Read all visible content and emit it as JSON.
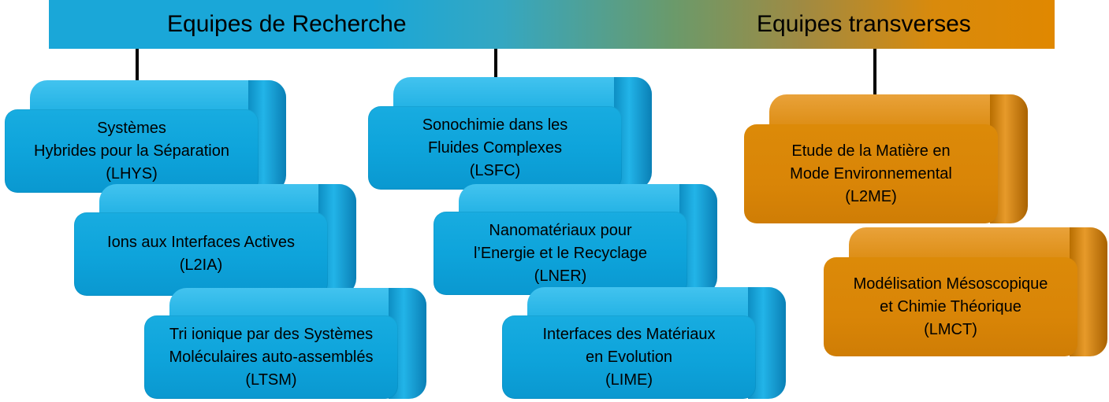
{
  "banner": {
    "left_label": "Equipes de Recherche",
    "right_label": "Equipes transverses"
  },
  "teams": [
    {
      "id": "lhys",
      "lines": [
        "Systèmes",
        "Hybrides pour la Séparation",
        "(LHYS)"
      ]
    },
    {
      "id": "l2ia",
      "lines": [
        "Ions aux Interfaces Actives",
        "(L2IA)"
      ]
    },
    {
      "id": "ltsm",
      "lines": [
        "Tri ionique par des Systèmes",
        "Moléculaires auto-assemblés",
        "(LTSM)"
      ]
    },
    {
      "id": "lsfc",
      "lines": [
        "Sonochimie dans les",
        "Fluides Complexes",
        "(LSFC)"
      ]
    },
    {
      "id": "lner",
      "lines": [
        "Nanomatériaux pour",
        "l’Energie et le Recyclage",
        "(LNER)"
      ]
    },
    {
      "id": "lime",
      "lines": [
        "Interfaces des Matériaux",
        "en Evolution",
        "(LIME)"
      ]
    },
    {
      "id": "l2me",
      "lines": [
        "Etude de la Matière en",
        "Mode Environnemental",
        "(L2ME)"
      ]
    },
    {
      "id": "lmct",
      "lines": [
        "Modélisation Mésoscopique",
        "et Chimie Théorique",
        "(LMCT)"
      ]
    }
  ],
  "colors": {
    "research_team": "#0ea4db",
    "transverse_team": "#d98507",
    "banner_start": "#1aa7d8",
    "banner_end": "#e08800"
  }
}
